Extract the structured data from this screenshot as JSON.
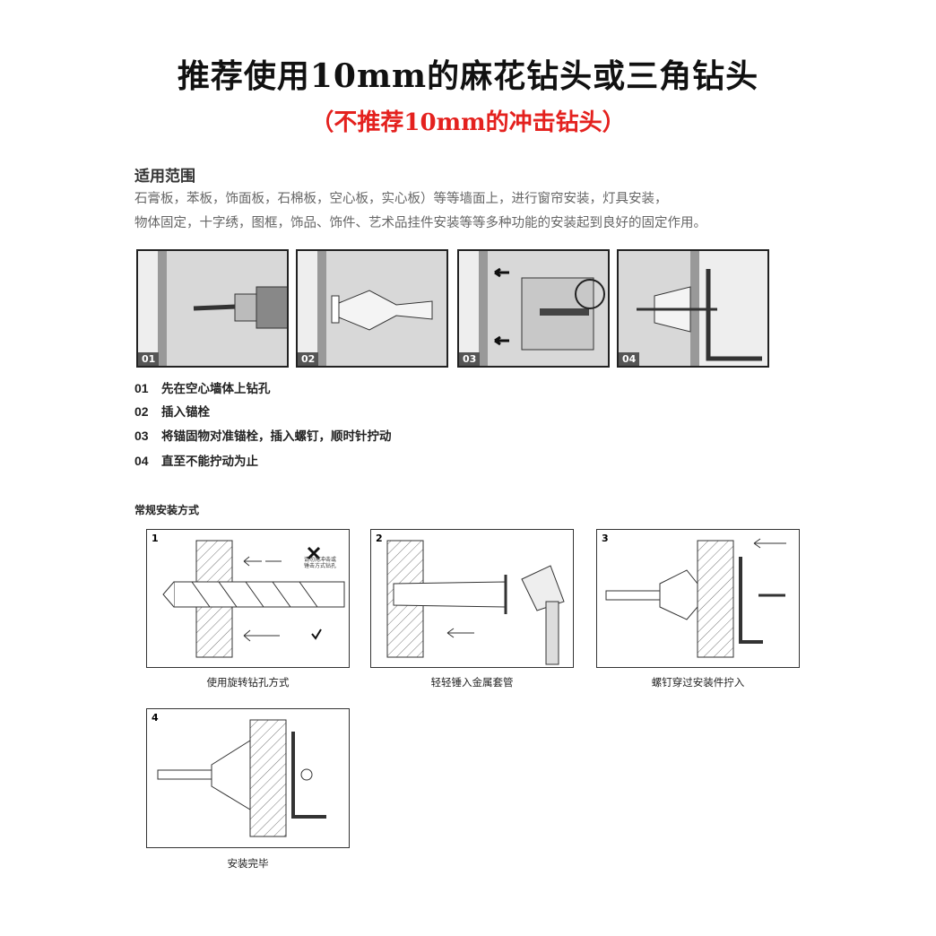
{
  "title": "推荐使用10mm的麻花钻头或三角钻头",
  "subtitle": "（不推荐10mm的冲击钻头）",
  "scope": {
    "heading": "适用范围",
    "lines": [
      "石膏板，苯板，饰面板，石棉板，空心板，实心板）等等墙面上，进行窗帘安装，灯具安装，",
      "物体固定，十字绣，图框，饰品、饰件、艺术品挂件安装等等多种功能的安装起到良好的固定作用。"
    ]
  },
  "photos": [
    {
      "tag": "01"
    },
    {
      "tag": "02"
    },
    {
      "tag": "03"
    },
    {
      "tag": "04"
    }
  ],
  "steps": [
    {
      "num": "01",
      "text": "先在空心墙体上钻孔"
    },
    {
      "num": "02",
      "text": "插入锚栓"
    },
    {
      "num": "03",
      "text": "将锚固物对准锚栓，插入螺钉，顺时针拧动"
    },
    {
      "num": "04",
      "text": "直至不能拧动为止"
    }
  ],
  "regular": {
    "heading": "常规安装方式",
    "diagrams": [
      {
        "num": "1",
        "caption": "使用旋转钻孔方式",
        "note": "请勿用冲击或锤击方式钻孔"
      },
      {
        "num": "2",
        "caption": "轻轻锤入金属套管"
      },
      {
        "num": "3",
        "caption": "螺钉穿过安装件拧入"
      },
      {
        "num": "4",
        "caption": "安装完毕"
      }
    ]
  }
}
